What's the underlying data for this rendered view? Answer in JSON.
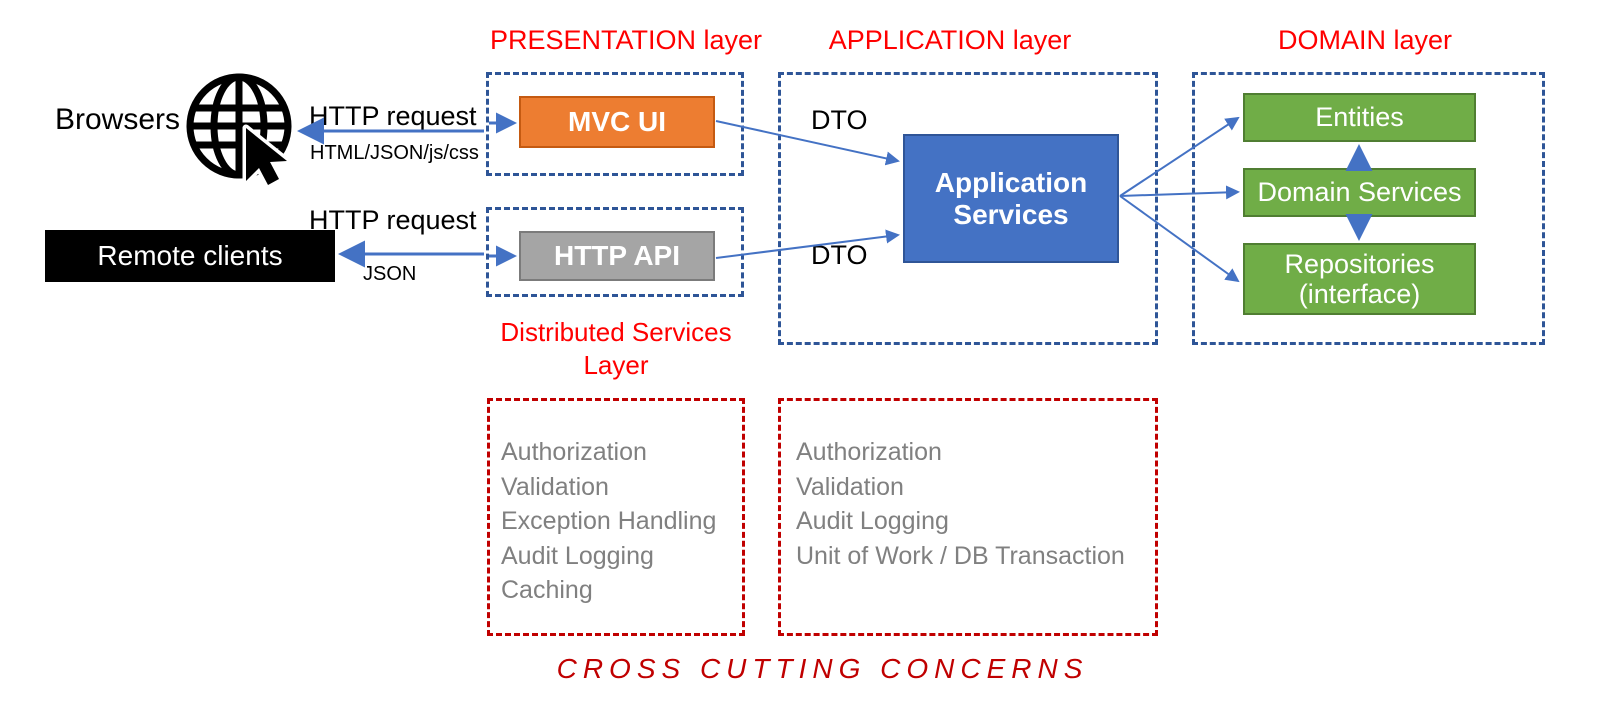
{
  "diagram": {
    "title": "Layered application architecture",
    "colors": {
      "layer_caption_red": "#FF0000",
      "cross_cutting_red": "#C00000",
      "presentation_box": "#ED7D31",
      "api_box": "#A5A5A5",
      "application_box": "#4472C4",
      "domain_box": "#70AD47",
      "client_box": "#000000",
      "arrow_blue": "#4472C4",
      "dashed_blue": "#2E5597",
      "list_gray": "#808080"
    }
  },
  "layers": {
    "presentation": {
      "caption": "PRESENTATION layer"
    },
    "application": {
      "caption": "APPLICATION layer"
    },
    "domain": {
      "caption": "DOMAIN layer"
    }
  },
  "clients": {
    "browsers_label": "Browsers",
    "globe_icon": "globe-cursor-icon",
    "remote_clients_label": "Remote clients"
  },
  "edges": {
    "http_request_top": "HTTP request",
    "response_top": "HTML/JSON/js/css",
    "http_request_bottom": "HTTP request",
    "response_bottom": "JSON",
    "dto_top": "DTO",
    "dto_bottom": "DTO"
  },
  "nodes": {
    "mvc_ui": "MVC UI",
    "http_api": "HTTP API",
    "application_services": "Application\nServices",
    "application_services_line1": "Application",
    "application_services_line2": "Services",
    "entities": "Entities",
    "domain_services": "Domain Services",
    "repositories_line1": "Repositories",
    "repositories_line2": "(interface)"
  },
  "distributed_services": {
    "caption_line1": "Distributed Services",
    "caption_line2": "Layer",
    "items": [
      "Authorization",
      "Validation",
      "Exception Handling",
      "Audit Logging",
      "Caching"
    ]
  },
  "application_concerns": {
    "items": [
      "Authorization",
      "Validation",
      "Audit Logging",
      "Unit of Work / DB Transaction"
    ]
  },
  "footer": {
    "cross_cutting": "CROSS  CUTTING  CONCERNS"
  }
}
